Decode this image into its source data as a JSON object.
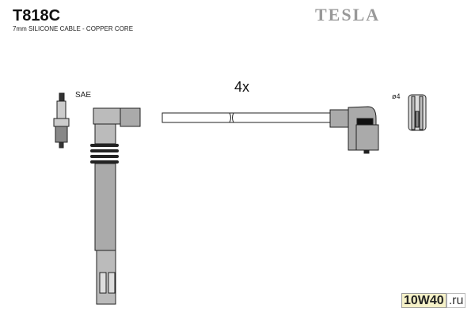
{
  "product": {
    "code": "T818C",
    "description": "7mm SILICONE CABLE - COPPER CORE",
    "brand": "TESLA"
  },
  "diagram": {
    "quantity": "4x",
    "plug_label": "SAE",
    "terminal_label": "ø4"
  },
  "watermark": {
    "main": "10W40",
    "suffix": ".ru"
  }
}
